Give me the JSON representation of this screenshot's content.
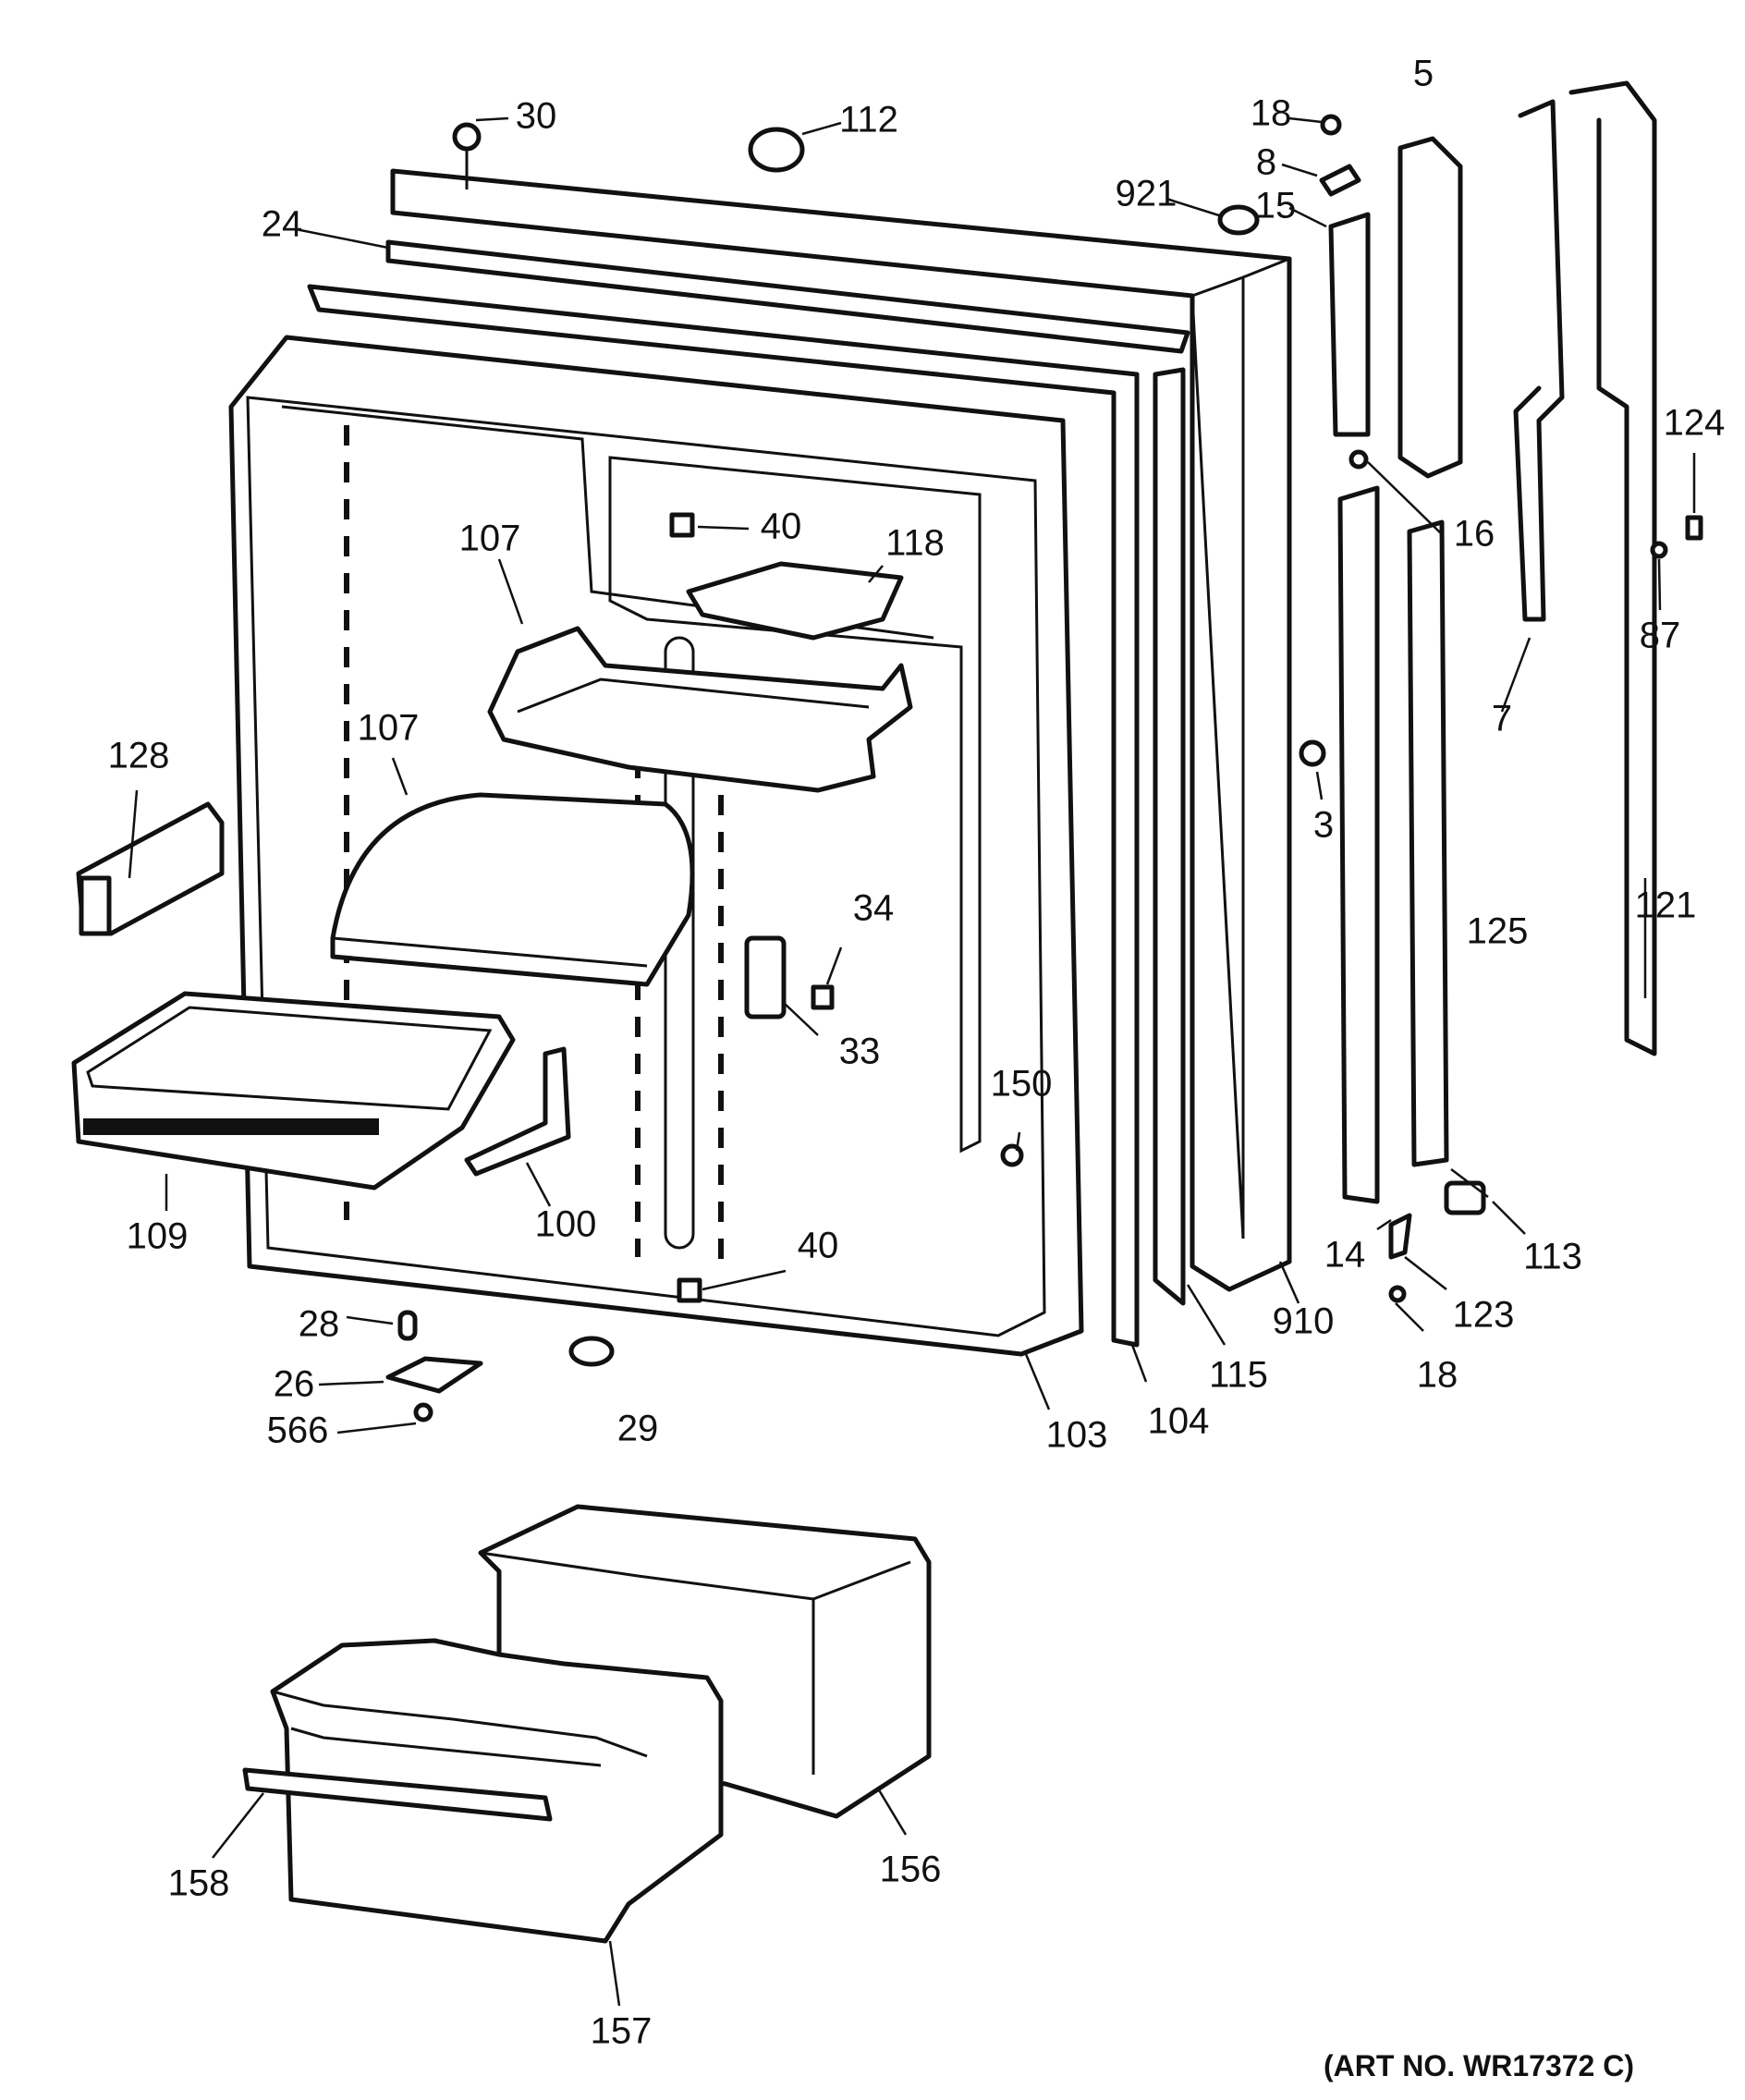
{
  "labels": {
    "p30": "30",
    "p112": "112",
    "p18a": "18",
    "p5": "5",
    "p8": "8",
    "p921": "921",
    "p15": "15",
    "p24": "24",
    "p124": "124",
    "p40a": "40",
    "p16": "16",
    "p107a": "107",
    "p118": "118",
    "p87": "87",
    "p7": "7",
    "p128": "128",
    "p107b": "107",
    "p3": "3",
    "p34": "34",
    "p121": "121",
    "p125": "125",
    "p33": "33",
    "p150": "150",
    "p109": "109",
    "p100": "100",
    "p40b": "40",
    "p14": "14",
    "p113": "113",
    "p910": "910",
    "p123": "123",
    "p28": "28",
    "p18b": "18",
    "p26": "26",
    "p115": "115",
    "p566": "566",
    "p29": "29",
    "p104": "104",
    "p103": "103",
    "p158": "158",
    "p156": "156",
    "p157": "157"
  },
  "art_number": "(ART NO. WR17372 C)"
}
